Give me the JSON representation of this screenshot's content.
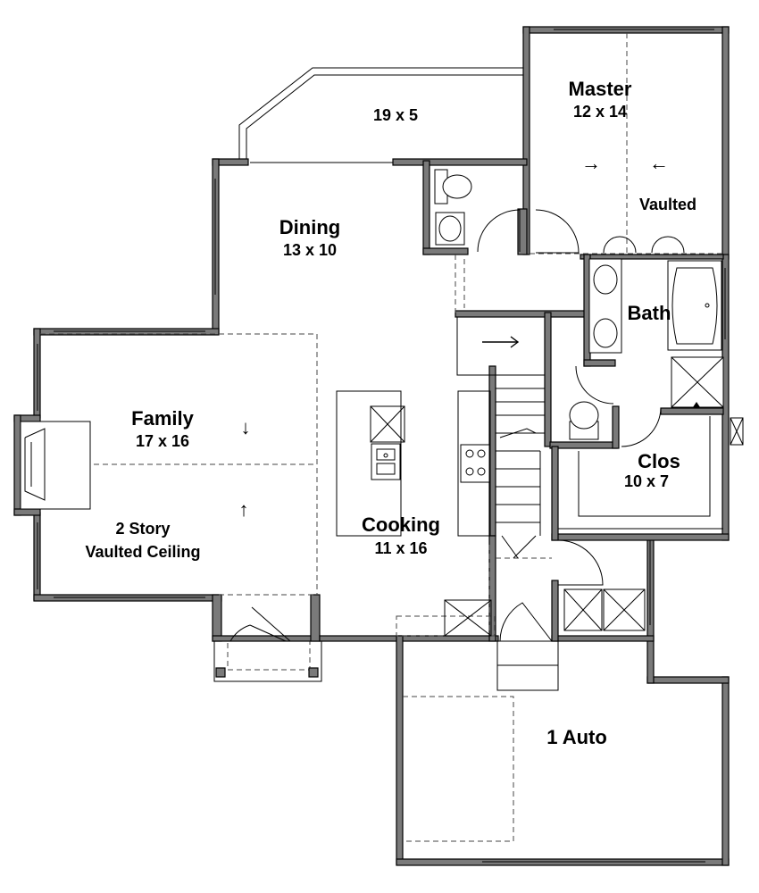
{
  "rooms": {
    "porch": {
      "dims": "19 x 5"
    },
    "master": {
      "name": "Master",
      "dims": "12 x 14",
      "note": "Vaulted"
    },
    "dining": {
      "name": "Dining",
      "dims": "13 x 10"
    },
    "bath": {
      "name": "Bath"
    },
    "family": {
      "name": "Family",
      "dims": "17 x 16",
      "note_line1": "2 Story",
      "note_line2": "Vaulted Ceiling"
    },
    "closet": {
      "name": "Clos",
      "dims": "10 x 7"
    },
    "cooking": {
      "name": "Cooking",
      "dims": "11 x 16"
    },
    "garage": {
      "name": "1 Auto"
    }
  },
  "symbols": {
    "master_arrow_right": "→",
    "master_arrow_left": "←",
    "family_arrow_down": "↓",
    "family_arrow_up": "↑",
    "stair_arrow": "→"
  }
}
